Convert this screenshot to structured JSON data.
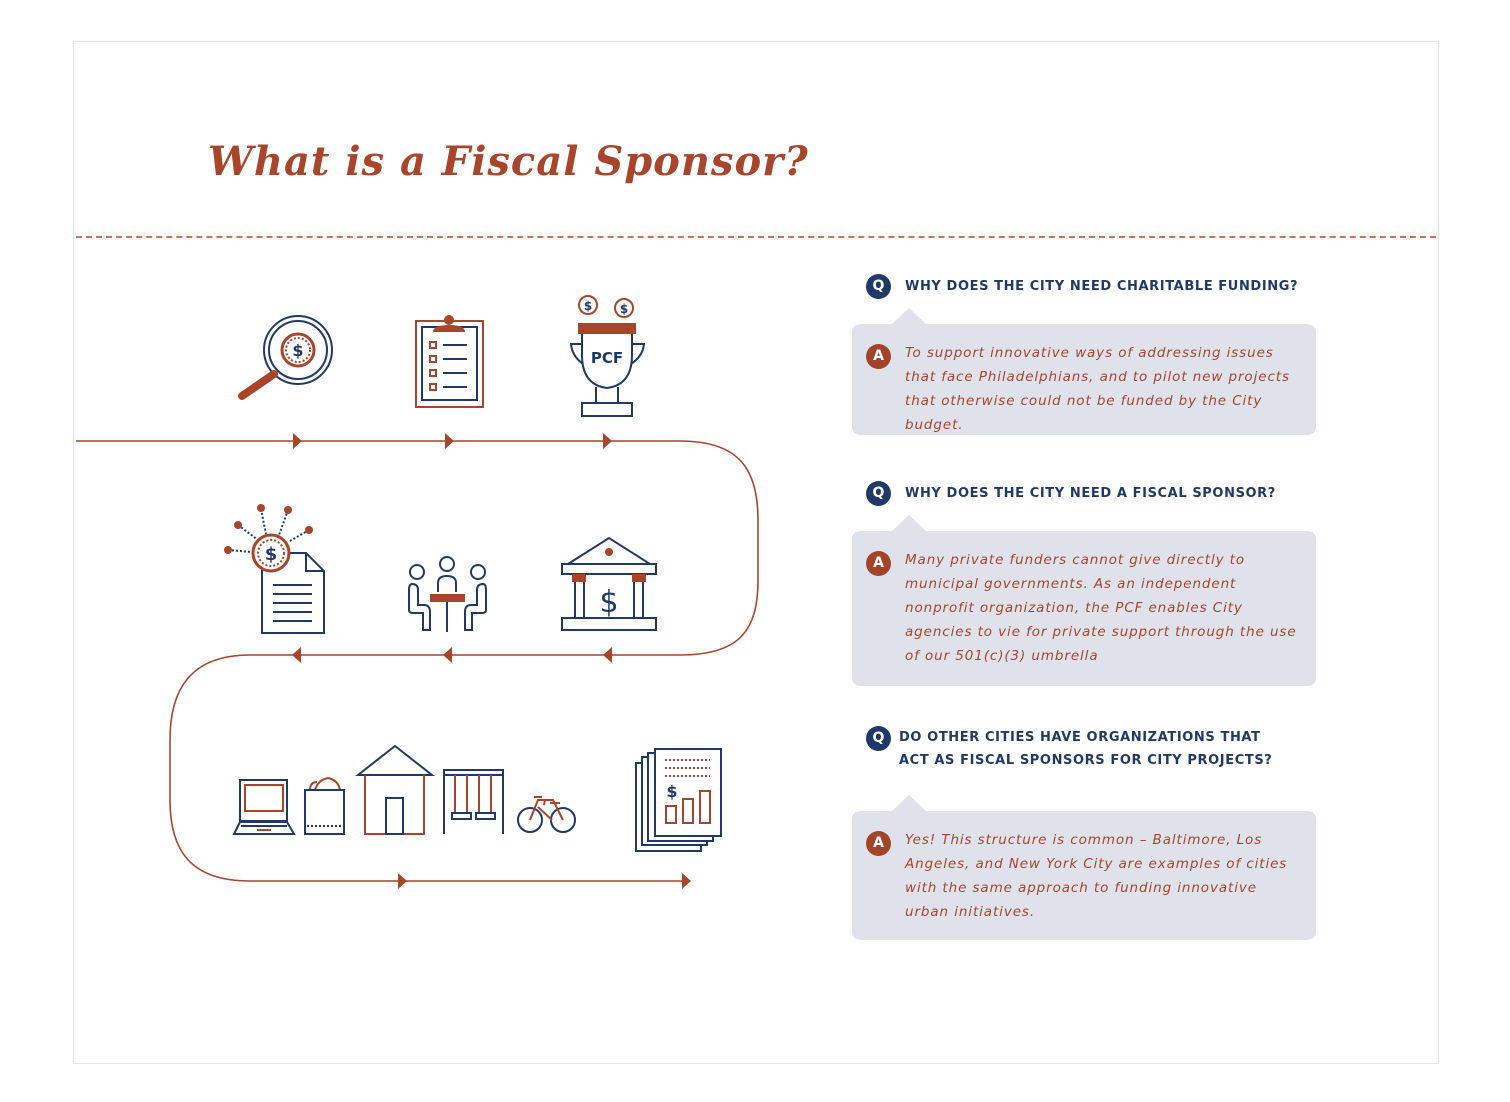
{
  "title": "What is a Fiscal Sponsor?",
  "colors": {
    "accent": "#a8452a",
    "navy": "#1f3a68",
    "answer_bg": "#dfe2ea"
  },
  "icons": {
    "row1": [
      "magnifier-dollar-icon",
      "clipboard-checklist-icon",
      "pcf-trophy-icon"
    ],
    "row2": [
      "document-dollar-network-icon",
      "meeting-table-icon",
      "bank-dollar-icon"
    ],
    "row3": [
      "laptop-icon",
      "grocery-bag-icon",
      "house-icon",
      "swing-set-icon",
      "bicycle-icon",
      "financial-report-icon"
    ]
  },
  "trophy_label": "PCF",
  "qa": [
    {
      "q_badge": "Q",
      "question": "WHY DOES THE CITY NEED CHARITABLE FUNDING?",
      "a_badge": "A",
      "answer": "To support innovative ways of addressing issues that face Philadelphians, and to pilot new projects that otherwise could not be funded by the City budget."
    },
    {
      "q_badge": "Q",
      "question": "WHY DOES THE CITY NEED A FISCAL SPONSOR?",
      "a_badge": "A",
      "answer": "Many private funders cannot give directly to municipal governments. As an independent nonprofit organization, the PCF enables City agencies to vie for private support through the use of our 501(c)(3) umbrella"
    },
    {
      "q_badge": "Q",
      "question_lines": [
        "DO OTHER CITIES HAVE ORGANIZATIONS THAT",
        "ACT AS FISCAL SPONSORS FOR CITY PROJECTS?"
      ],
      "a_badge": "A",
      "answer": "Yes! This structure is common – Baltimore, Los Angeles, and New York City are examples of cities with the same approach to funding innovative urban initiatives."
    }
  ]
}
